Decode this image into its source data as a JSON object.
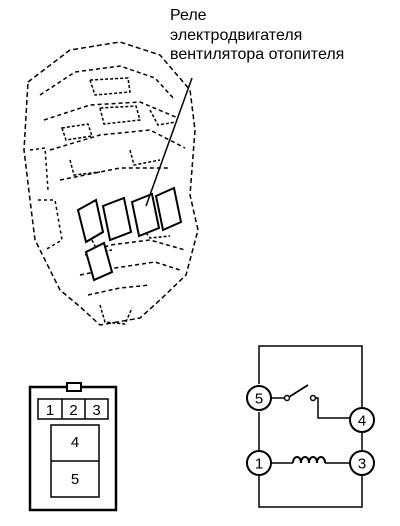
{
  "callout": {
    "line1": "Реле",
    "line2": "электродвигателя",
    "line3": "вентилятора отопителя"
  },
  "connector": {
    "pins_top": [
      "1",
      "2",
      "3"
    ],
    "pin_middle": "4",
    "pin_bottom": "5"
  },
  "schematic": {
    "switch_pins": [
      "5",
      "4"
    ],
    "coil_pins": [
      "1",
      "3"
    ]
  }
}
